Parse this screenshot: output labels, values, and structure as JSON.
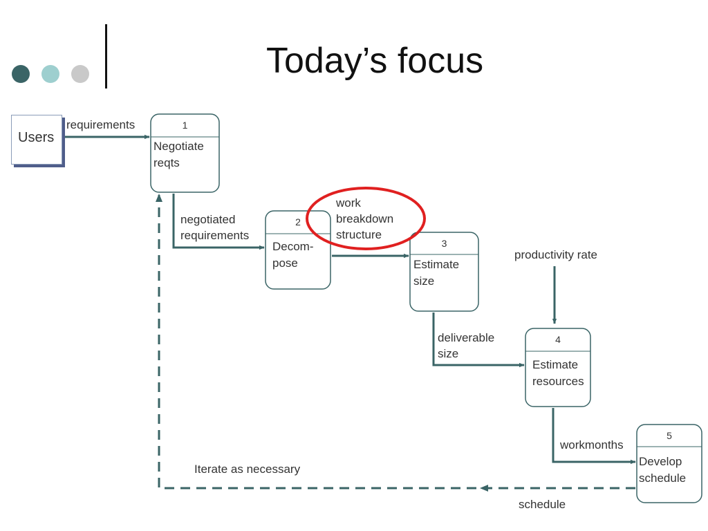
{
  "slide": {
    "title": "Today’s focus"
  },
  "external_entity": {
    "label": "Users"
  },
  "processes": [
    {
      "id": "1",
      "label": "Negotiate\nreqts"
    },
    {
      "id": "2",
      "label": "Decom-\npose"
    },
    {
      "id": "3",
      "label": "Estimate\nsize"
    },
    {
      "id": "4",
      "label": "Estimate\nresources"
    },
    {
      "id": "5",
      "label": "Develop\nschedule"
    }
  ],
  "flows": {
    "requirements": "requirements",
    "negotiated_requirements": [
      "negotiated",
      "requirements"
    ],
    "work_breakdown_structure": [
      "work",
      "breakdown",
      "structure"
    ],
    "productivity_rate": "productivity rate",
    "deliverable_size": [
      "deliverable",
      "size"
    ],
    "workmonths": "workmonths",
    "schedule": "schedule",
    "iterate": "Iterate as necessary"
  },
  "colors": {
    "flow": "#3a6466",
    "highlight": "#e02020",
    "box_border": "#3a6466",
    "title_dots": [
      "#3a6466",
      "#9ecfcf",
      "#c9c9c9"
    ]
  }
}
